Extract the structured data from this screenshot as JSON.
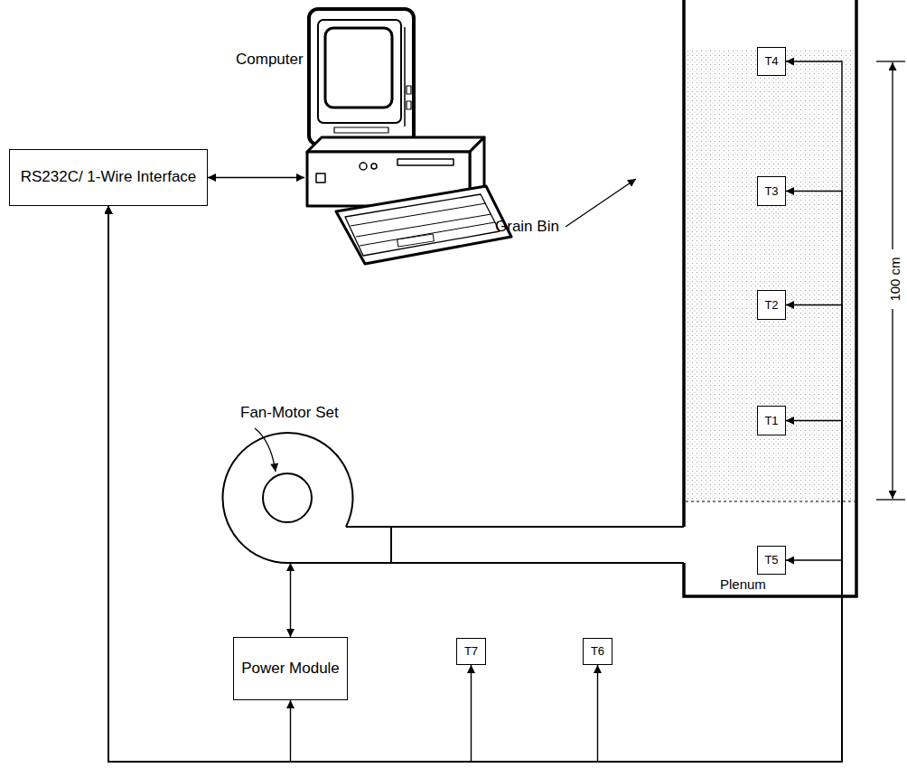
{
  "diagram": {
    "nodes": [
      {
        "text": [
          "RS232C/ 1-Wire Interface"
        ]
      },
      {
        "text": [
          "Computer"
        ]
      },
      {
        "text": [
          "Fan-Motor Set"
        ]
      },
      {
        "text": [
          "Power Module"
        ]
      },
      {
        "text": [
          "T4"
        ]
      },
      {
        "text": [
          "T3"
        ]
      },
      {
        "text": [
          "T2"
        ]
      },
      {
        "text": [
          "T1"
        ]
      },
      {
        "text": [
          "T5"
        ]
      },
      {
        "text": [
          "T7"
        ]
      },
      {
        "text": [
          "T6"
        ]
      }
    ],
    "edges": [
      {
        "from": 0,
        "to": 1,
        "arrow": "both"
      },
      {
        "from": 3,
        "to": 2,
        "arrow": "both"
      },
      {
        "from": 0,
        "to": 4,
        "arrow": "both"
      },
      {
        "from": 0,
        "to": 5,
        "arrow": "both"
      },
      {
        "from": 0,
        "to": 6,
        "arrow": "both"
      },
      {
        "from": 0,
        "to": 7,
        "arrow": "both"
      },
      {
        "from": 0,
        "to": 8,
        "arrow": "both"
      },
      {
        "from": 0,
        "to": 9,
        "arrow": "both"
      },
      {
        "from": 0,
        "to": 10,
        "arrow": "both"
      },
      {
        "from": 0,
        "to": 3,
        "arrow": "both"
      }
    ],
    "labels": [
      "Grain Bin",
      "Plenum",
      "100 cm"
    ]
  }
}
